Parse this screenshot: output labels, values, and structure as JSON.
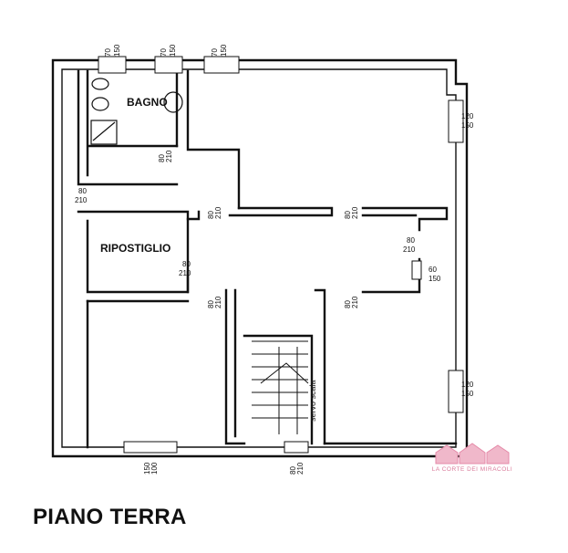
{
  "title": "PIANO TERRA",
  "rooms": {
    "bagno": "BAGNO",
    "ripostiglio": "RIPOSTIGLIO",
    "servo_scala": "servo scala"
  },
  "logo": {
    "text": "LA CORTE DEI MIRACOLI",
    "color": "#e58aa8"
  },
  "dimensions": {
    "top_window_1": [
      "70",
      "150"
    ],
    "top_window_2": [
      "70",
      "150"
    ],
    "top_window_3": [
      "70",
      "150"
    ],
    "right_window_top": [
      "120",
      "150"
    ],
    "right_window_bottom": [
      "120",
      "150"
    ],
    "bagno_door": [
      "80",
      "210"
    ],
    "left_door": [
      "80",
      "210"
    ],
    "ripostiglio_door": [
      "80",
      "210"
    ],
    "corridor_door_left": [
      "80",
      "210"
    ],
    "corridor_door_right": [
      "80",
      "210"
    ],
    "right_small_door": [
      "80",
      "210"
    ],
    "right_small_window": [
      "60",
      "150"
    ],
    "lower_left_door": [
      "80",
      "210"
    ],
    "lower_right_door": [
      "80",
      "210"
    ],
    "bottom_window": [
      "150",
      "100"
    ],
    "bottom_door": [
      "80",
      "210"
    ]
  }
}
